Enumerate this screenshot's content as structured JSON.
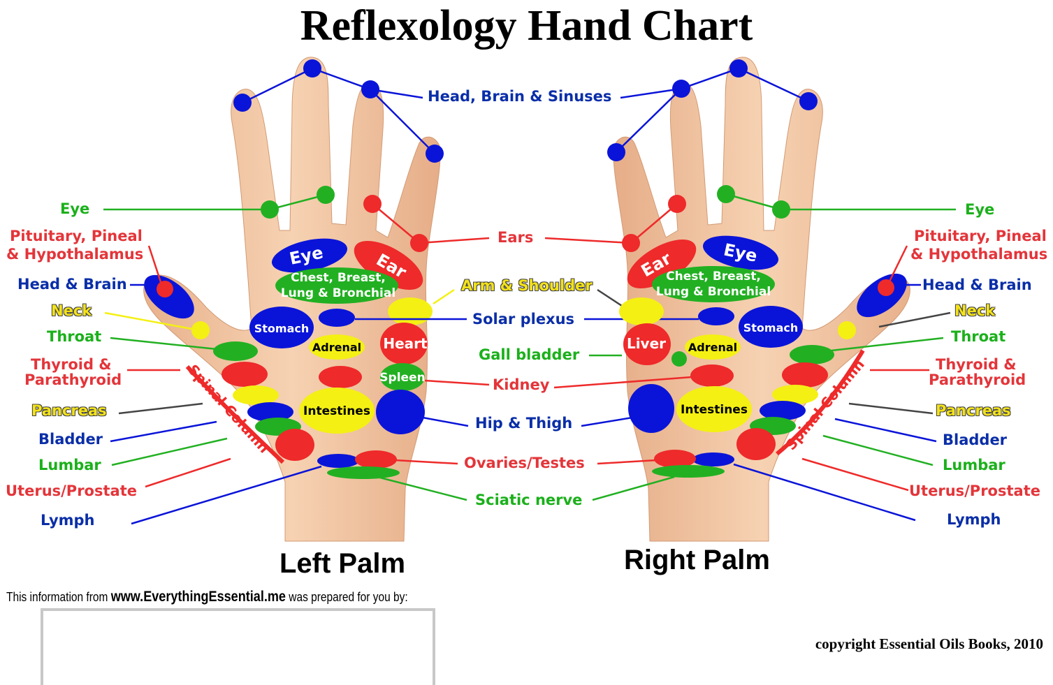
{
  "title": "Reflexology Hand Chart",
  "left_palm": "Left Palm",
  "right_palm": "Right Palm",
  "footer": {
    "prefix": "This information from",
    "site": "www.EverythingEssential.me",
    "suffix": "was prepared for you by:"
  },
  "copyright": "copyright Essential Oils Books, 2010",
  "center_labels": {
    "head_brain_sinuses": "Head, Brain & Sinuses",
    "ears": "Ears",
    "arm_shoulder": "Arm & Shoulder",
    "solar_plexus": "Solar plexus",
    "gall_bladder": "Gall bladder",
    "kidney": "Kidney",
    "hip_thigh": "Hip & Thigh",
    "ovaries_testes": "Ovaries/Testes",
    "sciatic_nerve": "Sciatic nerve"
  },
  "side_labels": {
    "eye": "Eye",
    "pituitary_1": "Pituitary, Pineal",
    "pituitary_2": "& Hypothalamus",
    "head_brain": "Head & Brain",
    "neck": "Neck",
    "throat": "Throat",
    "thyroid_1": "Thyroid &",
    "thyroid_2": "Parathyroid",
    "pancreas": "Pancreas",
    "bladder": "Bladder",
    "lumbar": "Lumbar",
    "uterus_prostate": "Uterus/Prostate",
    "lymph": "Lymph"
  },
  "hand_labels": {
    "eye": "Eye",
    "ear": "Ear",
    "chest_1": "Chest, Breast,",
    "chest_2": "Lung & Bronchial",
    "stomach": "Stomach",
    "adrenal": "Adrenal",
    "heart": "Heart",
    "spleen": "Spleen",
    "intestines": "Intestines",
    "liver": "Liver",
    "spinal_column": "Spinal Column"
  },
  "colors": {
    "blue": "#0a14d8",
    "red": "#ee2a2a",
    "green": "#22b022",
    "yellow": "#f4f014",
    "skin": "#f3c6a2",
    "skin_shadow": "#d8a27e"
  }
}
